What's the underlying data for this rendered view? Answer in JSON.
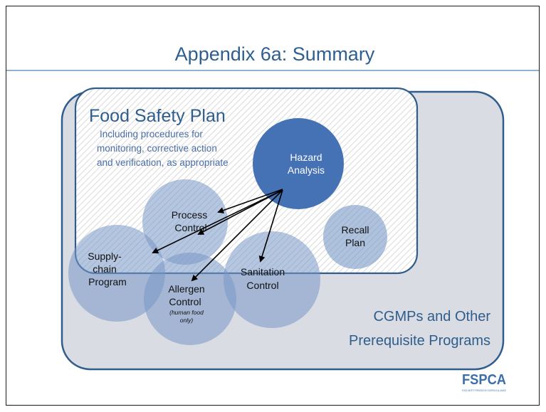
{
  "slide": {
    "title": "Appendix 6a: Summary"
  },
  "food_safety_plan": {
    "heading": "Food Safety Plan",
    "description_lines": [
      "Including procedures for",
      "monitoring, corrective  action",
      "and verification, as appropriate"
    ]
  },
  "circles": {
    "hazard_analysis": [
      "Hazard",
      "Analysis"
    ],
    "process_control": [
      "Process",
      "Control"
    ],
    "supply_chain": [
      "Supply-",
      "chain",
      "Program"
    ],
    "allergen_control": [
      "Allergen",
      "Control"
    ],
    "allergen_note": [
      "(human food",
      "only)"
    ],
    "sanitation_control": [
      "Sanitation",
      "Control"
    ],
    "recall_plan": [
      "Recall",
      "Plan"
    ]
  },
  "cgmps": {
    "lines": [
      "CGMPs and Other",
      "Prerequisite  Programs"
    ]
  },
  "logo": {
    "text": "FSPCA",
    "tagline": "FOOD SAFETY PREVENTIVE CONTROLS ALLIANCE"
  },
  "colors": {
    "title": "#2e5f8f",
    "rule": "#6d97c2",
    "outer_fill": "#d9dce3",
    "outer_stroke": "#2f5d8c",
    "circle_light": "#7898c6",
    "circle_dark": "#4472b4",
    "cgmps_text": "#2f5d8c",
    "logo": "#3d6ea8",
    "logo_accent": "#2a9bb5"
  }
}
